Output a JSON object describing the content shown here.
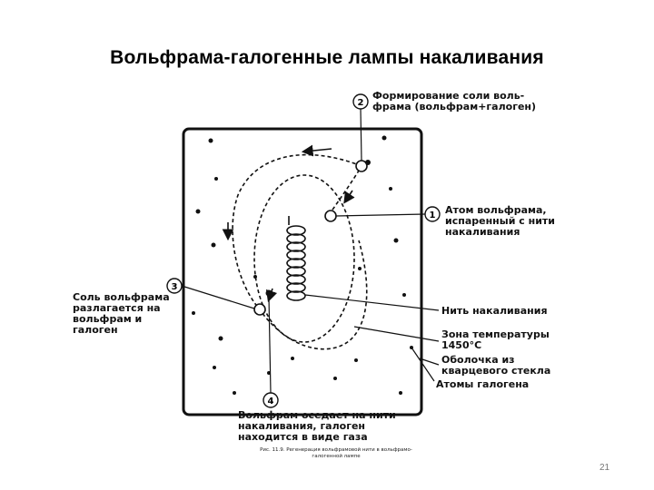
{
  "slide": {
    "title": "Вольфрама-галогенные лампы накаливания",
    "page_number": "21"
  },
  "diagram": {
    "steps": [
      {
        "num": "1",
        "label": "Атом вольфрама,\nиспаренный с нити\nнакаливания"
      },
      {
        "num": "2",
        "label": "Формирование соли воль-\nфрама (вольфрам+галоген)"
      },
      {
        "num": "3",
        "label": "Соль вольфрама\nразлагается на\nвольфрам и\nгалоген"
      },
      {
        "num": "4",
        "label": "Вольфрам оседает на нити\nнакаливания, галоген\nнаходится в виде газа"
      }
    ],
    "labels": {
      "filament": "Нить накаливания",
      "temp_zone": "Зона температуры\n1450°C",
      "shell": "Оболочка из\nкварцевого стекла",
      "halogen_atoms": "Атомы галогена"
    },
    "caption": "Рис. 11.9. Регенерация вольфрамовой нити в вольфрамо-\nгалогенной лампе"
  }
}
